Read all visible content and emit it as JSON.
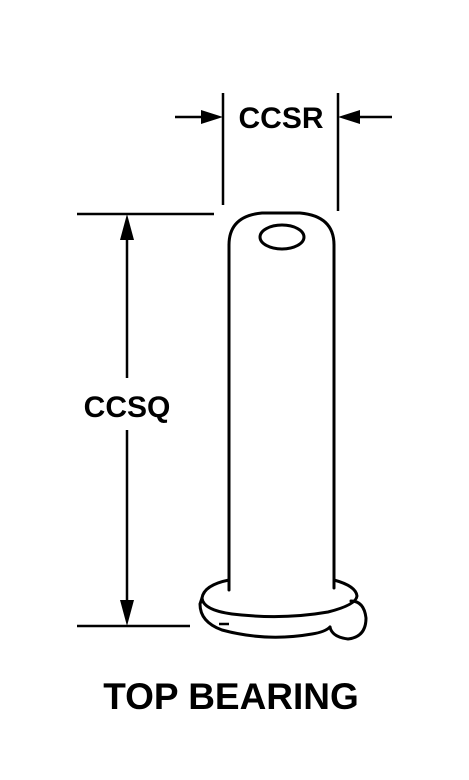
{
  "dimensions": {
    "width_code": "CCSR",
    "height_code": "CCSQ"
  },
  "part_name": "TOP BEARING",
  "colors": {
    "line": "#000000",
    "background": "#ffffff"
  }
}
